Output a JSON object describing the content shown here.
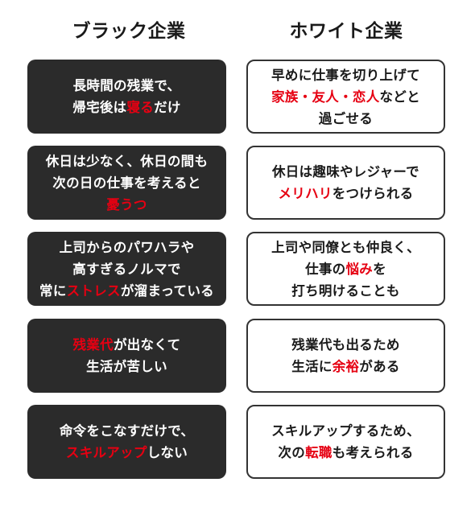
{
  "headers": {
    "black": "ブラック企業",
    "white": "ホワイト企業"
  },
  "colors": {
    "highlight": "#e60012",
    "black_card": "#2b2b2b"
  },
  "black_cards": [
    {
      "lines": [
        [
          {
            "t": "長時間の残業で、",
            "hl": false
          }
        ],
        [
          {
            "t": "帰宅後は",
            "hl": false
          },
          {
            "t": "寝る",
            "hl": true
          },
          {
            "t": "だけ",
            "hl": false
          }
        ]
      ]
    },
    {
      "lines": [
        [
          {
            "t": "休日は少なく、休日の間も",
            "hl": false
          }
        ],
        [
          {
            "t": "次の日の仕事を考えると",
            "hl": false
          }
        ],
        [
          {
            "t": "憂うつ",
            "hl": true
          }
        ]
      ]
    },
    {
      "lines": [
        [
          {
            "t": "上司からのパワハラや",
            "hl": false
          }
        ],
        [
          {
            "t": "高すぎるノルマで",
            "hl": false
          }
        ],
        [
          {
            "t": "常に",
            "hl": false
          },
          {
            "t": "ストレス",
            "hl": true
          },
          {
            "t": "が溜まっている",
            "hl": false
          }
        ]
      ]
    },
    {
      "lines": [
        [
          {
            "t": "残業代",
            "hl": true
          },
          {
            "t": "が出なくて",
            "hl": false
          }
        ],
        [
          {
            "t": "生活が苦しい",
            "hl": false
          }
        ]
      ]
    },
    {
      "lines": [
        [
          {
            "t": "命令をこなすだけで、",
            "hl": false
          }
        ],
        [
          {
            "t": "スキルアップ",
            "hl": true
          },
          {
            "t": "しない",
            "hl": false
          }
        ]
      ]
    }
  ],
  "white_cards": [
    {
      "lines": [
        [
          {
            "t": "早めに仕事を切り上げて",
            "hl": false
          }
        ],
        [
          {
            "t": "家族・友人・恋人",
            "hl": true
          },
          {
            "t": "などと",
            "hl": false
          }
        ],
        [
          {
            "t": "過ごせる",
            "hl": false
          }
        ]
      ]
    },
    {
      "lines": [
        [
          {
            "t": "休日は趣味やレジャーで",
            "hl": false
          }
        ],
        [
          {
            "t": "メリハリ",
            "hl": true
          },
          {
            "t": "をつけられる",
            "hl": false
          }
        ]
      ]
    },
    {
      "lines": [
        [
          {
            "t": "上司や同僚とも仲良く、",
            "hl": false
          }
        ],
        [
          {
            "t": "仕事の",
            "hl": false
          },
          {
            "t": "悩み",
            "hl": true
          },
          {
            "t": "を",
            "hl": false
          }
        ],
        [
          {
            "t": "打ち明けることも",
            "hl": false
          }
        ]
      ]
    },
    {
      "lines": [
        [
          {
            "t": "残業代も出るため",
            "hl": false
          }
        ],
        [
          {
            "t": "生活に",
            "hl": false
          },
          {
            "t": "余裕",
            "hl": true
          },
          {
            "t": "がある",
            "hl": false
          }
        ]
      ]
    },
    {
      "lines": [
        [
          {
            "t": "スキルアップするため、",
            "hl": false
          }
        ],
        [
          {
            "t": "次の",
            "hl": false
          },
          {
            "t": "転職",
            "hl": true
          },
          {
            "t": "も考えられる",
            "hl": false
          }
        ]
      ]
    }
  ]
}
